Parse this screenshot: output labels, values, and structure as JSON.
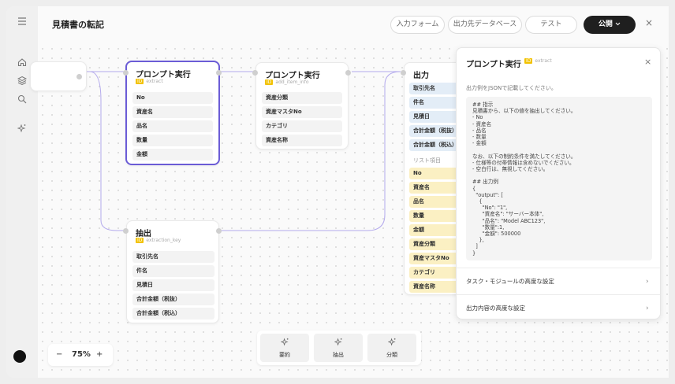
{
  "header": {
    "title": "見積書の転記",
    "buttons": {
      "input_form": "入力フォーム",
      "output_db": "出力先データベース",
      "test": "テスト"
    },
    "publish_label": "公開",
    "close": "×"
  },
  "sidebar": {
    "icons": [
      "menu-icon",
      "home-icon",
      "layers-icon",
      "search-icon",
      "sparkle-icon"
    ]
  },
  "nodes": {
    "prompt1": {
      "title": "プロンプト実行",
      "id_badge": "ID",
      "id": "extract",
      "fields": [
        "No",
        "資産名",
        "品名",
        "数量",
        "金額"
      ]
    },
    "prompt2": {
      "title": "プロンプト実行",
      "id_badge": "ID",
      "id": "add_item_info",
      "fields": [
        "資産分類",
        "資産マスタNo",
        "カテゴリ",
        "資産名称"
      ]
    },
    "extract": {
      "title": "抽出",
      "id_badge": "ID",
      "id": "extraction_key",
      "fields": [
        "取引先名",
        "件名",
        "見積日",
        "合計金額（税抜）",
        "合計金額（税込）"
      ]
    },
    "output": {
      "title": "出力",
      "top_fields": [
        "取引先名",
        "件名",
        "見積日",
        "合計金額（税抜）",
        "合計金額（税込）"
      ],
      "list_label": "リスト項目",
      "list_fields": [
        "No",
        "資産名",
        "品名",
        "数量",
        "金額",
        "資産分類",
        "資産マスタNo",
        "カテゴリ",
        "資産名称"
      ]
    }
  },
  "panel": {
    "title": "プロンプト実行",
    "id_badge": "ID",
    "id": "extract",
    "close": "×",
    "hint": "出力例をJSONで記載してください。",
    "prompt": "## 指示\n見積書から、以下の値を抽出してください。\n- No\n- 資産名\n- 品名\n- 数量\n- 金額\n\nなお、以下の制約条件を満たしてください。\n- 仕様等の付帯情報は含めないでください。\n- 空白行は、無視してください。\n\n## 出力例\n{\n  \"output\": [\n    {\n      \"No\": \"1\",\n      \"資産名\": \"サーバー本体\",\n      \"品名\": \"Model ABC123\",\n      \"数量\":1,\n      \"金額\": 500000\n    },\n  ]\n}",
    "rows": [
      "タスク・モジュールの高度な設定",
      "出力内容の高度な設定"
    ]
  },
  "zoom": {
    "minus": "−",
    "level": "75%",
    "plus": "+"
  },
  "palette": [
    {
      "label": "要約",
      "icon": "sparkle-icon"
    },
    {
      "label": "抽出",
      "icon": "sparkle-icon"
    },
    {
      "label": "分類",
      "icon": "sparkle-icon"
    }
  ],
  "colors": {
    "accent": "#6b5cd6",
    "publish": "#1f1f1f",
    "id_badge": "#f2c200",
    "output_blue": "#e3edf7",
    "output_yellow": "#fbf0c3"
  }
}
